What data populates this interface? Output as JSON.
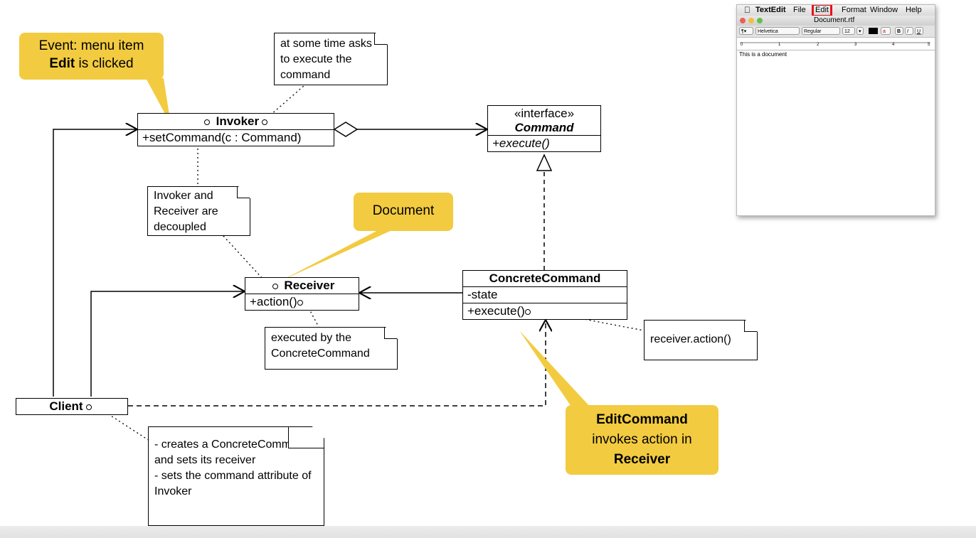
{
  "invoker": {
    "name": "Invoker",
    "method": "+setCommand(c : Command)"
  },
  "command": {
    "stereotype": "«interface»",
    "name": "Command",
    "method": "+execute()"
  },
  "receiver": {
    "name": "Receiver",
    "method": "+action()"
  },
  "concrete_command": {
    "name": "ConcreteCommand",
    "attribute": "-state",
    "method": "+execute()"
  },
  "client": {
    "name": "Client"
  },
  "notes": {
    "invoker_note": "at some time asks to execute the command",
    "decoupled_note": "Invoker and Receiver are decoupled",
    "receiver_note": "executed by the ConcreteCommand",
    "execute_note": "receiver.action()",
    "client_note_1": "- creates a ConcreteCommand and sets its receiver",
    "client_note_2": "- sets the command attribute of Invoker"
  },
  "callouts": {
    "event_prefix": "Event: menu item",
    "event_bold": "Edit",
    "event_suffix": "is clicked",
    "document": "Document",
    "edit_bold": "EditCommand",
    "edit_middle": "invokes action in",
    "edit_receiver": "Receiver"
  },
  "textedit": {
    "apple_icon": "apple-icon",
    "app_name": "TextEdit",
    "menus": [
      "File",
      "Edit",
      "Format",
      "Window",
      "Help"
    ],
    "doc_title": "Document.rtf",
    "font": "Helvetica",
    "style": "Regular",
    "size": "12",
    "ruler_ticks": [
      "0",
      "1",
      "2",
      "3",
      "4",
      "5"
    ],
    "doc_text": "This is a document",
    "highlight_color": "#e8101b"
  },
  "colors": {
    "callout": "#f2cb40",
    "title_blue": "#2727ff"
  }
}
